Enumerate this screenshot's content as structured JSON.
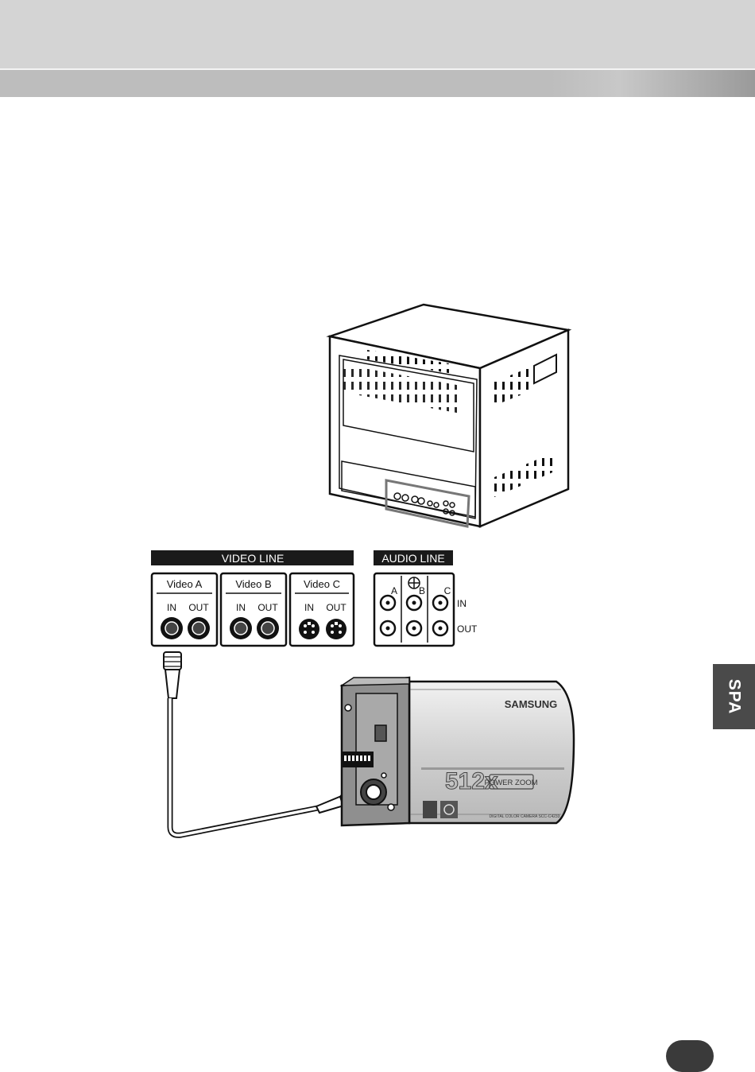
{
  "side_tab": {
    "label": "SPA"
  },
  "video_line": {
    "title": "VIDEO LINE",
    "groups": [
      {
        "label": "Video A",
        "in": "IN",
        "out": "OUT"
      },
      {
        "label": "Video B",
        "in": "IN",
        "out": "OUT"
      },
      {
        "label": "Video C",
        "in": "IN",
        "out": "OUT"
      }
    ]
  },
  "audio_line": {
    "title": "AUDIO LINE",
    "channels": [
      "A",
      "B",
      "C"
    ],
    "in": "IN",
    "out": "OUT"
  },
  "camera": {
    "brand": "SAMSUNG",
    "zoom": "512x",
    "zoom_label": "POWER ZOOM",
    "model_text": "DIGITAL COLOR CAMERA SCC-C4233"
  },
  "colors": {
    "header_bg": "#d4d4d4",
    "header_bar": "#bdbdbd",
    "tab_bg": "#4a4a4a",
    "label_bar": "#1a1a1a"
  }
}
